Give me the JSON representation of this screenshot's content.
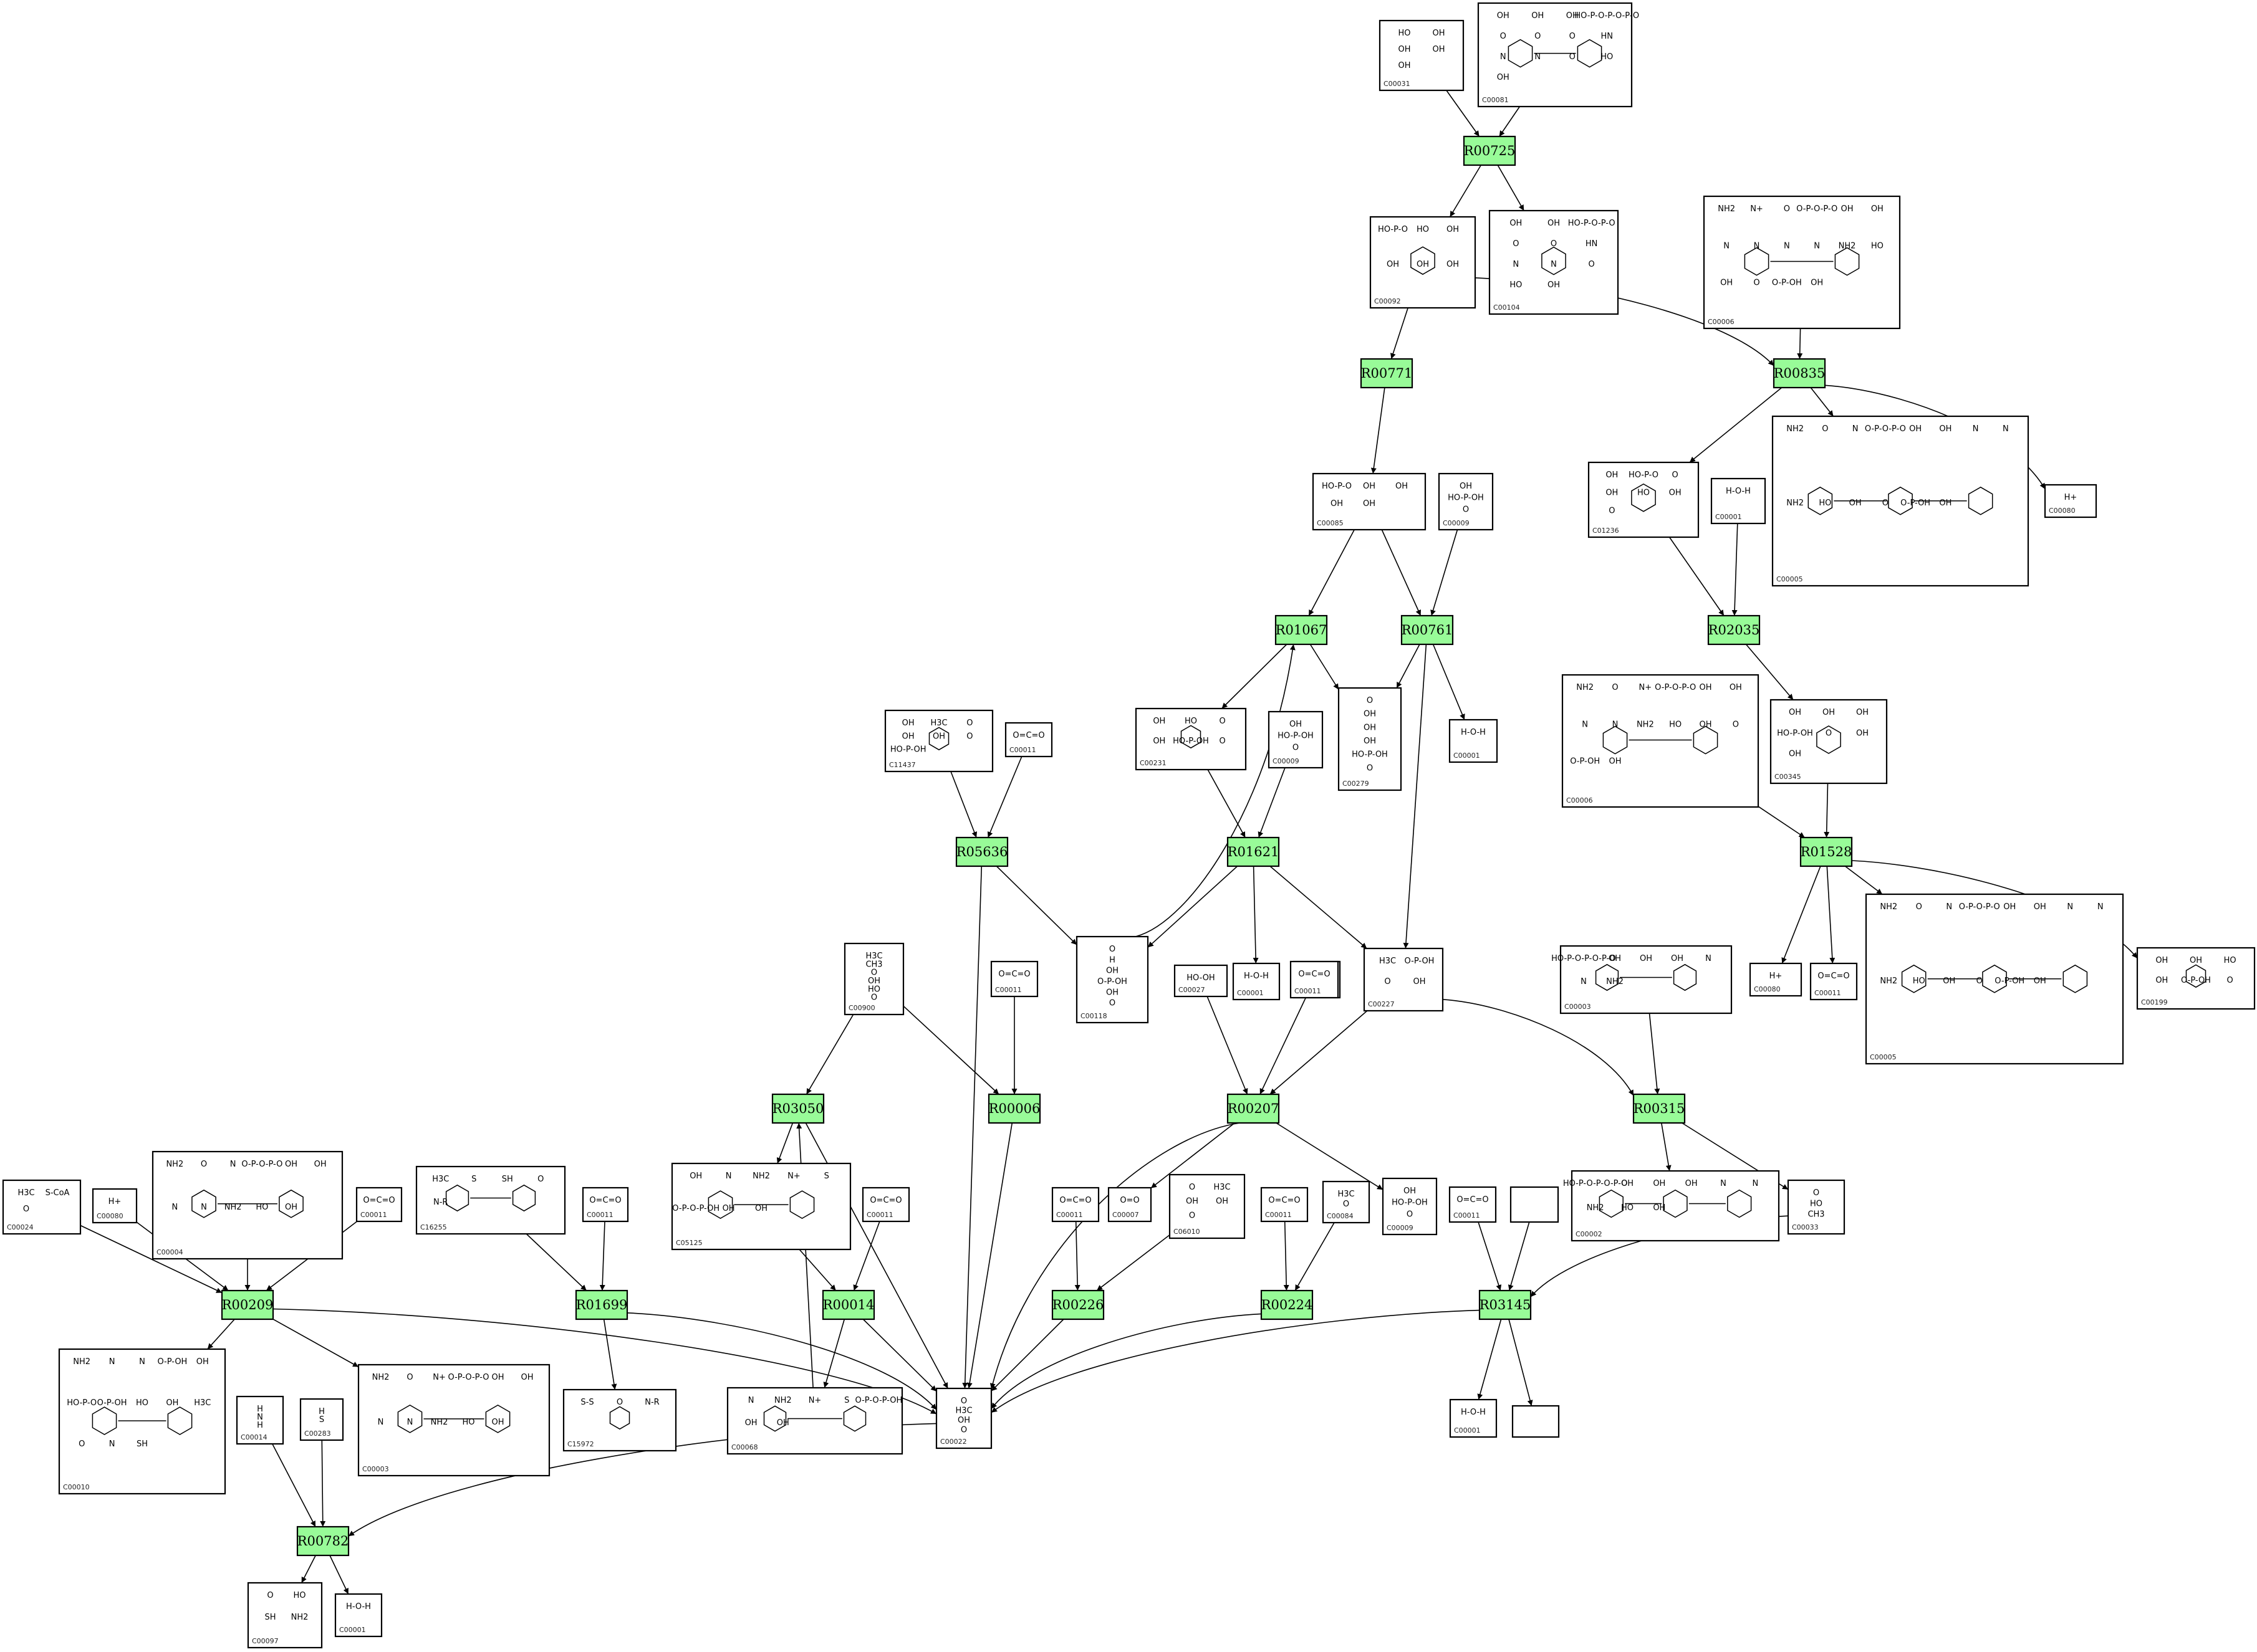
{
  "compounds": [
    {
      "id": "C00031",
      "label": "C00031",
      "text": "HO OH OH OH OH"
    },
    {
      "id": "C00081",
      "label": "C00081",
      "text": "OH OH OH HO-P-O-P-O-P-O O O O HN N N O HO OH"
    },
    {
      "id": "C00092",
      "label": "C00092",
      "text": "HO-P-O HO OH OH OH OH"
    },
    {
      "id": "C00104",
      "label": "C00104",
      "text": "OH OH HO-P-O-P-O O O HN N N O HO OH"
    },
    {
      "id": "C00006a",
      "label": "C00006",
      "text": "NH2 N+ O O-P-O-P-O OH OH N N N N NH2 HO OH O O-P-OH OH"
    },
    {
      "id": "C00085",
      "label": "C00085",
      "text": "HO-P-O OH OH OH OH"
    },
    {
      "id": "C00009a",
      "label": "C00009",
      "text": "OH HO-P-OH O"
    },
    {
      "id": "C01236",
      "label": "C01236",
      "text": "OH HO-P-O O OH HO OH O"
    },
    {
      "id": "C00001a",
      "label": "C00001",
      "text": "H-O-H"
    },
    {
      "id": "C00005a",
      "label": "C00005",
      "text": "NH2 O N O-P-O-P-O OH OH N N NH2 HO OH O O-P-OH OH"
    },
    {
      "id": "C00080a",
      "label": "C00080",
      "text": "H+"
    },
    {
      "id": "C11437",
      "label": "C11437",
      "text": "OH H3C O OH OH O HO-P-OH"
    },
    {
      "id": "C00011a",
      "label": "C00011",
      "text": "O=C=O"
    },
    {
      "id": "C00231",
      "label": "C00231",
      "text": "OH HO O OH HO-P-OH O"
    },
    {
      "id": "C00009b",
      "label": "C00009",
      "text": "OH HO-P-OH O"
    },
    {
      "id": "C00279",
      "label": "C00279",
      "text": "O OH OH OH HO-P-OH O"
    },
    {
      "id": "C00001b",
      "label": "C00001",
      "text": "H-O-H"
    },
    {
      "id": "C00006b",
      "label": "C00006",
      "text": "NH2 O N+ O-P-O-P-O OH OH N N NH2 HO OH O O-P-OH OH"
    },
    {
      "id": "C00345",
      "label": "C00345",
      "text": "OH OH OH HO-P-OH O OH OH"
    },
    {
      "id": "C00118",
      "label": "C00118",
      "text": "O H OH O-P-OH OH O"
    },
    {
      "id": "C00001c",
      "label": "C00001",
      "text": "H-O-H"
    },
    {
      "id": "C00011b",
      "label": "C00011",
      "text": "O=C=O"
    },
    {
      "id": "C00227",
      "label": "C00227",
      "text": "H3C O-P-OH O OH"
    },
    {
      "id": "C00080b",
      "label": "C00080",
      "text": "H+"
    },
    {
      "id": "C00011c",
      "label": "C00011",
      "text": "O=C=O"
    },
    {
      "id": "C00005b",
      "label": "C00005",
      "text": "NH2 O N O-P-O-P-O OH OH N N NH2 HO OH O O-P-OH OH"
    },
    {
      "id": "C00199",
      "label": "C00199",
      "text": "OH OH HO OH O-P-OH O"
    },
    {
      "id": "C00900",
      "label": "C00900",
      "text": "H3C CH3 O OH HO O"
    },
    {
      "id": "C00011d",
      "label": "C00011",
      "text": "O=C=O"
    },
    {
      "id": "C00027",
      "label": "C00027",
      "text": "HO-OH"
    },
    {
      "id": "C00011e",
      "label": "C00011",
      "text": "O=C=O"
    },
    {
      "id": "C00003a",
      "label": "C00003",
      "text": "HO-P-O-P-O-P-O OH OH OH N N NH2"
    },
    {
      "id": "C00024",
      "label": "C00024",
      "text": "H3C S-CoA O"
    },
    {
      "id": "C00080c",
      "label": "C00080",
      "text": "H+"
    },
    {
      "id": "C00004",
      "label": "C00004",
      "text": "NH2 O N O-P-O-P-O OH OH N N NH2 HO OH"
    },
    {
      "id": "C00011f",
      "label": "C00011",
      "text": "O=C=O"
    },
    {
      "id": "C16255",
      "label": "C16255",
      "text": "H3C S SH O N-R"
    },
    {
      "id": "C00011g",
      "label": "C00011",
      "text": "O=C=O"
    },
    {
      "id": "C05125",
      "label": "C05125",
      "text": "OH N NH2 N+ S O-P-O-P-OH OH OH"
    },
    {
      "id": "C00011h",
      "label": "C00011",
      "text": "O=C=O"
    },
    {
      "id": "C00011i",
      "label": "C00011",
      "text": "O=C=O"
    },
    {
      "id": "C00007",
      "label": "C00007",
      "text": "O=O"
    },
    {
      "id": "C06010",
      "label": "C06010",
      "text": "O H3C OH OH O"
    },
    {
      "id": "C00011j",
      "label": "C00011",
      "text": "O=C=O"
    },
    {
      "id": "C00084",
      "label": "C00084",
      "text": "H3C O"
    },
    {
      "id": "C00009c",
      "label": "C00009",
      "text": "OH HO-P-OH O"
    },
    {
      "id": "C00011k",
      "label": "C00011",
      "text": "O=C=O"
    },
    {
      "id": "blank1",
      "label": "",
      "text": ""
    },
    {
      "id": "C00002",
      "label": "C00002",
      "text": "HO-P-O-P-O-P-O OH OH OH N N NH2 HO OH"
    },
    {
      "id": "C00033",
      "label": "C00033",
      "text": "O HO CH3"
    },
    {
      "id": "C00010",
      "label": "C00010",
      "text": "NH2 N N O-P-OH OH HO-P-O O-P-OH HO OH H3C O N SH"
    },
    {
      "id": "C00003b",
      "label": "C00003",
      "text": "NH2 O N+ O-P-O-P-O OH OH N N NH2 HO OH"
    },
    {
      "id": "C15972",
      "label": "C15972",
      "text": "S-S O N-R"
    },
    {
      "id": "C00068",
      "label": "C00068",
      "text": "N NH2 N+ S O-P-O-P-OH OH OH"
    },
    {
      "id": "C00022",
      "label": "C00022",
      "text": "O H3C OH O"
    },
    {
      "id": "C00001d",
      "label": "C00001",
      "text": "H-O-H"
    },
    {
      "id": "blank2",
      "label": "",
      "text": ""
    },
    {
      "id": "C00014",
      "label": "C00014",
      "text": "H N H H"
    },
    {
      "id": "C00283",
      "label": "C00283",
      "text": "H S H"
    },
    {
      "id": "C00097",
      "label": "C00097",
      "text": "O HO SH NH2"
    },
    {
      "id": "C00001e",
      "label": "C00001",
      "text": "H-O-H"
    }
  ],
  "reactions": [
    {
      "id": "R00725",
      "label": "R00725"
    },
    {
      "id": "R00771",
      "label": "R00771"
    },
    {
      "id": "R00835",
      "label": "R00835"
    },
    {
      "id": "R01067",
      "label": "R01067"
    },
    {
      "id": "R00761",
      "label": "R00761"
    },
    {
      "id": "R02035",
      "label": "R02035"
    },
    {
      "id": "R05636",
      "label": "R05636"
    },
    {
      "id": "R01621",
      "label": "R01621"
    },
    {
      "id": "R01528",
      "label": "R01528"
    },
    {
      "id": "R03050",
      "label": "R03050"
    },
    {
      "id": "R00006",
      "label": "R00006"
    },
    {
      "id": "R00207",
      "label": "R00207"
    },
    {
      "id": "R00315",
      "label": "R00315"
    },
    {
      "id": "R00209",
      "label": "R00209"
    },
    {
      "id": "R01699",
      "label": "R01699"
    },
    {
      "id": "R00014",
      "label": "R00014"
    },
    {
      "id": "R00226",
      "label": "R00226"
    },
    {
      "id": "R00224",
      "label": "R00224"
    },
    {
      "id": "R03145",
      "label": "R03145"
    },
    {
      "id": "R00782",
      "label": "R00782"
    }
  ],
  "edges": [
    [
      "C00031",
      "R00725"
    ],
    [
      "C00081",
      "R00725"
    ],
    [
      "R00725",
      "C00092"
    ],
    [
      "R00725",
      "C00104"
    ],
    [
      "C00092",
      "R00771"
    ],
    [
      "C00092",
      "R00835"
    ],
    [
      "C00006a",
      "R00835"
    ],
    [
      "R00835",
      "C01236"
    ],
    [
      "R00835",
      "C00005a"
    ],
    [
      "R00835",
      "C00080a"
    ],
    [
      "R00771",
      "C00085"
    ],
    [
      "C00085",
      "R01067"
    ],
    [
      "C00085",
      "R00761"
    ],
    [
      "C00009a",
      "R00761"
    ],
    [
      "C01236",
      "R02035"
    ],
    [
      "C00001a",
      "R02035"
    ],
    [
      "R02035",
      "C00345"
    ],
    [
      "R01067",
      "C00231"
    ],
    [
      "R01067",
      "C00279"
    ],
    [
      "R00761",
      "C00279"
    ],
    [
      "R00761",
      "C00001b"
    ],
    [
      "R00761",
      "C00227"
    ],
    [
      "C11437",
      "R05636"
    ],
    [
      "C00011a",
      "R05636"
    ],
    [
      "R05636",
      "C00118"
    ],
    [
      "R05636",
      "C00022"
    ],
    [
      "C00118",
      "R01067"
    ],
    [
      "C00231",
      "R01621"
    ],
    [
      "C00009b",
      "R01621"
    ],
    [
      "R01621",
      "C00118"
    ],
    [
      "R01621",
      "C00001c"
    ],
    [
      "R01621",
      "C00227"
    ],
    [
      "C00006b",
      "R01528"
    ],
    [
      "C00345",
      "R01528"
    ],
    [
      "R01528",
      "C00080b"
    ],
    [
      "R01528",
      "C00011c"
    ],
    [
      "R01528",
      "C00005b"
    ],
    [
      "R01528",
      "C00199"
    ],
    [
      "C00900",
      "R03050"
    ],
    [
      "C00900",
      "R00006"
    ],
    [
      "C00011d",
      "R00006"
    ],
    [
      "R00006",
      "C00022"
    ],
    [
      "C00027",
      "R00207"
    ],
    [
      "C00011e",
      "R00207"
    ],
    [
      "C00227",
      "R00207"
    ],
    [
      "C00227",
      "R00315"
    ],
    [
      "R00207",
      "C00022"
    ],
    [
      "R00207",
      "C00007"
    ],
    [
      "R00207",
      "C00009c"
    ],
    [
      "C00003a",
      "R00315"
    ],
    [
      "R00315",
      "C00002"
    ],
    [
      "R00315",
      "C00033"
    ],
    [
      "R03050",
      "C05125"
    ],
    [
      "R03050",
      "C00022"
    ],
    [
      "C05125",
      "R00014"
    ],
    [
      "C00011h",
      "R00014"
    ],
    [
      "R00014",
      "C00068"
    ],
    [
      "R00014",
      "C00022"
    ],
    [
      "C00068",
      "R03050"
    ],
    [
      "C00024",
      "R00209"
    ],
    [
      "C00080c",
      "R00209"
    ],
    [
      "C00004",
      "R00209"
    ],
    [
      "C00011f",
      "R00209"
    ],
    [
      "R00209",
      "C00010"
    ],
    [
      "R00209",
      "C00003b"
    ],
    [
      "R00209",
      "C00022"
    ],
    [
      "C16255",
      "R01699"
    ],
    [
      "C00011g",
      "R01699"
    ],
    [
      "R01699",
      "C15972"
    ],
    [
      "R01699",
      "C00022"
    ],
    [
      "C00011i",
      "R00226"
    ],
    [
      "C06010",
      "R00226"
    ],
    [
      "R00226",
      "C00022"
    ],
    [
      "C00011j",
      "R00224"
    ],
    [
      "C00084",
      "R00224"
    ],
    [
      "R00224",
      "C00022"
    ],
    [
      "C00011k",
      "R03145"
    ],
    [
      "blank1",
      "R03145"
    ],
    [
      "C00033",
      "R03145"
    ],
    [
      "R03145",
      "C00022"
    ],
    [
      "R03145",
      "C00001d"
    ],
    [
      "R03145",
      "blank2"
    ],
    [
      "C00014",
      "R00782"
    ],
    [
      "C00283",
      "R00782"
    ],
    [
      "C00022",
      "R00782"
    ],
    [
      "R00782",
      "C00097"
    ],
    [
      "R00782",
      "C00001e"
    ]
  ]
}
